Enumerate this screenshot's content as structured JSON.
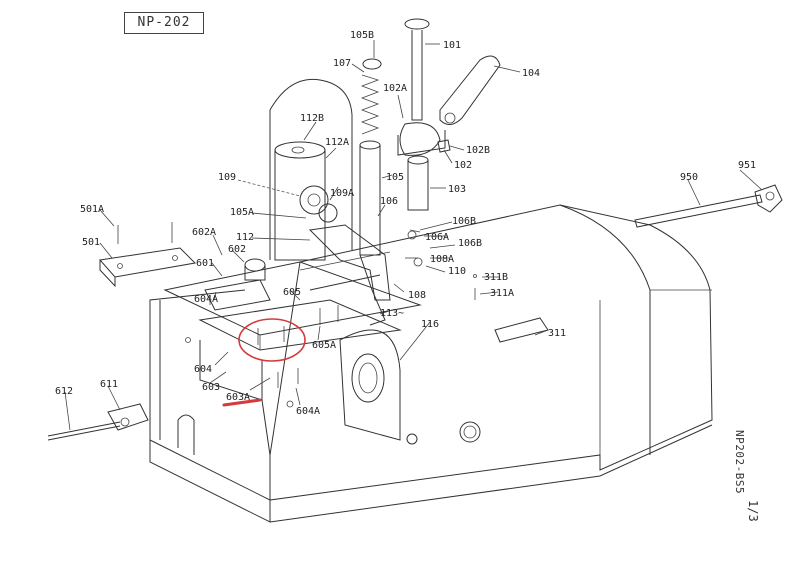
{
  "header": {
    "model": "NP-202"
  },
  "footer": {
    "sheet_code": "NP202-BS5",
    "page": "1/3"
  },
  "callouts": [
    {
      "id": "c105b",
      "text": "105B"
    },
    {
      "id": "c101",
      "text": "101"
    },
    {
      "id": "c107",
      "text": "107"
    },
    {
      "id": "c104",
      "text": "104"
    },
    {
      "id": "c102a",
      "text": "102A"
    },
    {
      "id": "c112b",
      "text": "112B"
    },
    {
      "id": "c112a",
      "text": "112A"
    },
    {
      "id": "c102b",
      "text": "102B"
    },
    {
      "id": "c102",
      "text": "102"
    },
    {
      "id": "c109",
      "text": "109"
    },
    {
      "id": "c109a",
      "text": "109A"
    },
    {
      "id": "c105",
      "text": "105"
    },
    {
      "id": "c103",
      "text": "103"
    },
    {
      "id": "c951",
      "text": "951"
    },
    {
      "id": "c950",
      "text": "950"
    },
    {
      "id": "c501a",
      "text": "501A"
    },
    {
      "id": "c105a",
      "text": "105A"
    },
    {
      "id": "c106",
      "text": "106"
    },
    {
      "id": "c106b1",
      "text": "106B"
    },
    {
      "id": "c602a",
      "text": "602A"
    },
    {
      "id": "c112",
      "text": "112"
    },
    {
      "id": "c106a",
      "text": "106A"
    },
    {
      "id": "c501",
      "text": "501"
    },
    {
      "id": "c602",
      "text": "602"
    },
    {
      "id": "c106b2",
      "text": "106B"
    },
    {
      "id": "c108a",
      "text": "108A"
    },
    {
      "id": "c601",
      "text": "601"
    },
    {
      "id": "c110",
      "text": "110"
    },
    {
      "id": "c311b",
      "text": "311B"
    },
    {
      "id": "c604a1",
      "text": "604A"
    },
    {
      "id": "c605",
      "text": "605"
    },
    {
      "id": "c108",
      "text": "108"
    },
    {
      "id": "c311a",
      "text": "311A"
    },
    {
      "id": "c113",
      "text": "113~"
    },
    {
      "id": "c116",
      "text": "116"
    },
    {
      "id": "c311",
      "text": "311"
    },
    {
      "id": "c605a",
      "text": "605A"
    },
    {
      "id": "c604",
      "text": "604"
    },
    {
      "id": "c603",
      "text": "603"
    },
    {
      "id": "c612",
      "text": "612"
    },
    {
      "id": "c611",
      "text": "611"
    },
    {
      "id": "c603a",
      "text": "603A"
    },
    {
      "id": "c604a2",
      "text": "604A"
    }
  ],
  "highlight": {
    "circle_color": "#d63a3a",
    "underline_color": "#d63a3a"
  }
}
